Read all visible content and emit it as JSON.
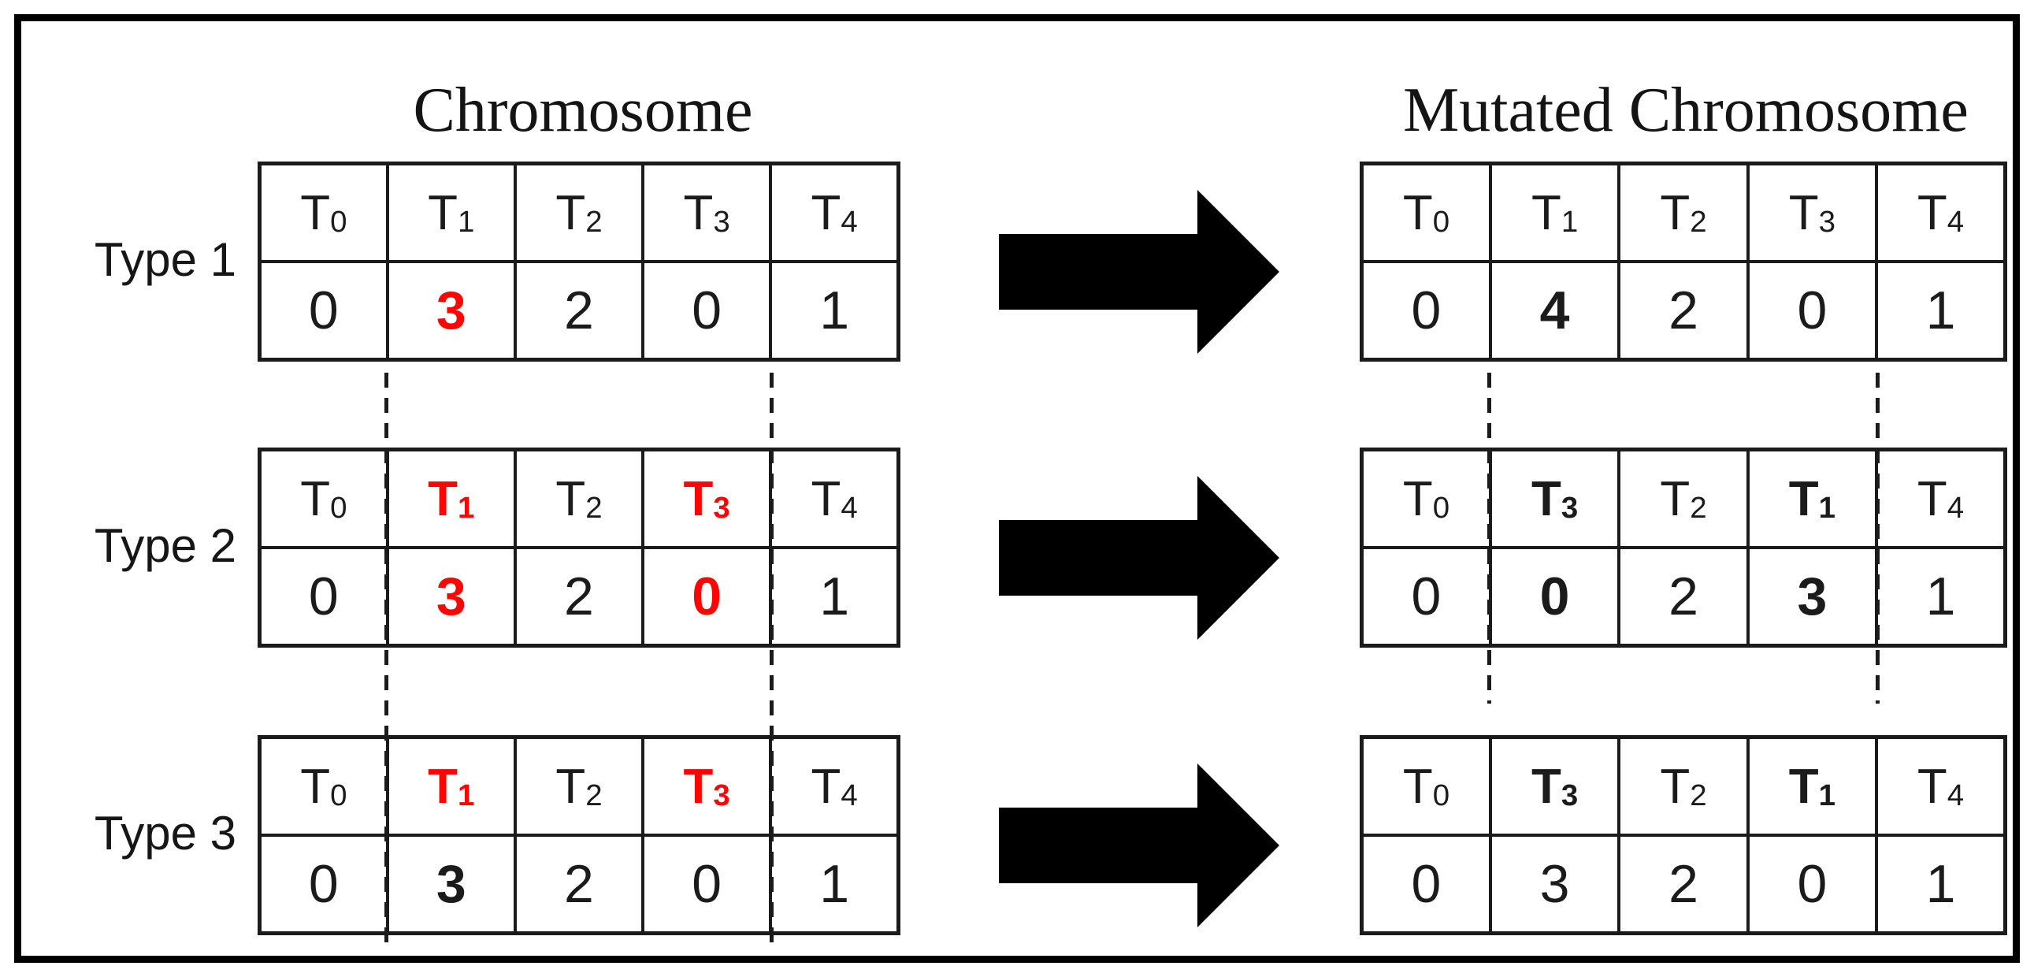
{
  "figure": {
    "left_title": "Chromosome",
    "right_title": "Mutated Chromosome"
  },
  "colors": {
    "ink": "#1b1b1b",
    "red": "#fb0505",
    "arrow": "#000000"
  },
  "rows": [
    {
      "label": "Type 1",
      "chromosome": {
        "headers": [
          {
            "base": "T",
            "sub": "0",
            "emph": "plain"
          },
          {
            "base": "T",
            "sub": "1",
            "emph": "plain"
          },
          {
            "base": "T",
            "sub": "2",
            "emph": "plain"
          },
          {
            "base": "T",
            "sub": "3",
            "emph": "plain"
          },
          {
            "base": "T",
            "sub": "4",
            "emph": "plain"
          }
        ],
        "values": [
          {
            "text": "0",
            "emph": "plain"
          },
          {
            "text": "3",
            "emph": "red"
          },
          {
            "text": "2",
            "emph": "plain"
          },
          {
            "text": "0",
            "emph": "plain"
          },
          {
            "text": "1",
            "emph": "plain"
          }
        ],
        "cut_after_columns": []
      },
      "mutated": {
        "headers": [
          {
            "base": "T",
            "sub": "0",
            "emph": "plain"
          },
          {
            "base": "T",
            "sub": "1",
            "emph": "plain"
          },
          {
            "base": "T",
            "sub": "2",
            "emph": "plain"
          },
          {
            "base": "T",
            "sub": "3",
            "emph": "plain"
          },
          {
            "base": "T",
            "sub": "4",
            "emph": "plain"
          }
        ],
        "values": [
          {
            "text": "0",
            "emph": "plain"
          },
          {
            "text": "4",
            "emph": "bold"
          },
          {
            "text": "2",
            "emph": "plain"
          },
          {
            "text": "0",
            "emph": "plain"
          },
          {
            "text": "1",
            "emph": "plain"
          }
        ],
        "cut_after_columns": []
      }
    },
    {
      "label": "Type 2",
      "chromosome": {
        "headers": [
          {
            "base": "T",
            "sub": "0",
            "emph": "plain"
          },
          {
            "base": "T",
            "sub": "1",
            "emph": "red"
          },
          {
            "base": "T",
            "sub": "2",
            "emph": "plain"
          },
          {
            "base": "T",
            "sub": "3",
            "emph": "red"
          },
          {
            "base": "T",
            "sub": "4",
            "emph": "plain"
          }
        ],
        "values": [
          {
            "text": "0",
            "emph": "plain"
          },
          {
            "text": "3",
            "emph": "red"
          },
          {
            "text": "2",
            "emph": "plain"
          },
          {
            "text": "0",
            "emph": "red"
          },
          {
            "text": "1",
            "emph": "plain"
          }
        ],
        "cut_after_columns": [
          0,
          3
        ]
      },
      "mutated": {
        "headers": [
          {
            "base": "T",
            "sub": "0",
            "emph": "plain"
          },
          {
            "base": "T",
            "sub": "3",
            "emph": "bold"
          },
          {
            "base": "T",
            "sub": "2",
            "emph": "plain"
          },
          {
            "base": "T",
            "sub": "1",
            "emph": "bold"
          },
          {
            "base": "T",
            "sub": "4",
            "emph": "plain"
          }
        ],
        "values": [
          {
            "text": "0",
            "emph": "plain"
          },
          {
            "text": "0",
            "emph": "bold"
          },
          {
            "text": "2",
            "emph": "plain"
          },
          {
            "text": "3",
            "emph": "bold"
          },
          {
            "text": "1",
            "emph": "plain"
          }
        ],
        "cut_after_columns": [
          0,
          3
        ]
      }
    },
    {
      "label": "Type 3",
      "chromosome": {
        "headers": [
          {
            "base": "T",
            "sub": "0",
            "emph": "plain"
          },
          {
            "base": "T",
            "sub": "1",
            "emph": "red"
          },
          {
            "base": "T",
            "sub": "2",
            "emph": "plain"
          },
          {
            "base": "T",
            "sub": "3",
            "emph": "red"
          },
          {
            "base": "T",
            "sub": "4",
            "emph": "plain"
          }
        ],
        "values": [
          {
            "text": "0",
            "emph": "plain"
          },
          {
            "text": "3",
            "emph": "bold"
          },
          {
            "text": "2",
            "emph": "plain"
          },
          {
            "text": "0",
            "emph": "plain"
          },
          {
            "text": "1",
            "emph": "plain"
          }
        ],
        "cut_after_columns": [
          0,
          3
        ]
      },
      "mutated": {
        "headers": [
          {
            "base": "T",
            "sub": "0",
            "emph": "plain"
          },
          {
            "base": "T",
            "sub": "3",
            "emph": "bold"
          },
          {
            "base": "T",
            "sub": "2",
            "emph": "plain"
          },
          {
            "base": "T",
            "sub": "1",
            "emph": "bold"
          },
          {
            "base": "T",
            "sub": "4",
            "emph": "plain"
          }
        ],
        "values": [
          {
            "text": "0",
            "emph": "plain"
          },
          {
            "text": "3",
            "emph": "plain"
          },
          {
            "text": "2",
            "emph": "plain"
          },
          {
            "text": "0",
            "emph": "plain"
          },
          {
            "text": "1",
            "emph": "plain"
          }
        ],
        "cut_after_columns": []
      }
    }
  ]
}
